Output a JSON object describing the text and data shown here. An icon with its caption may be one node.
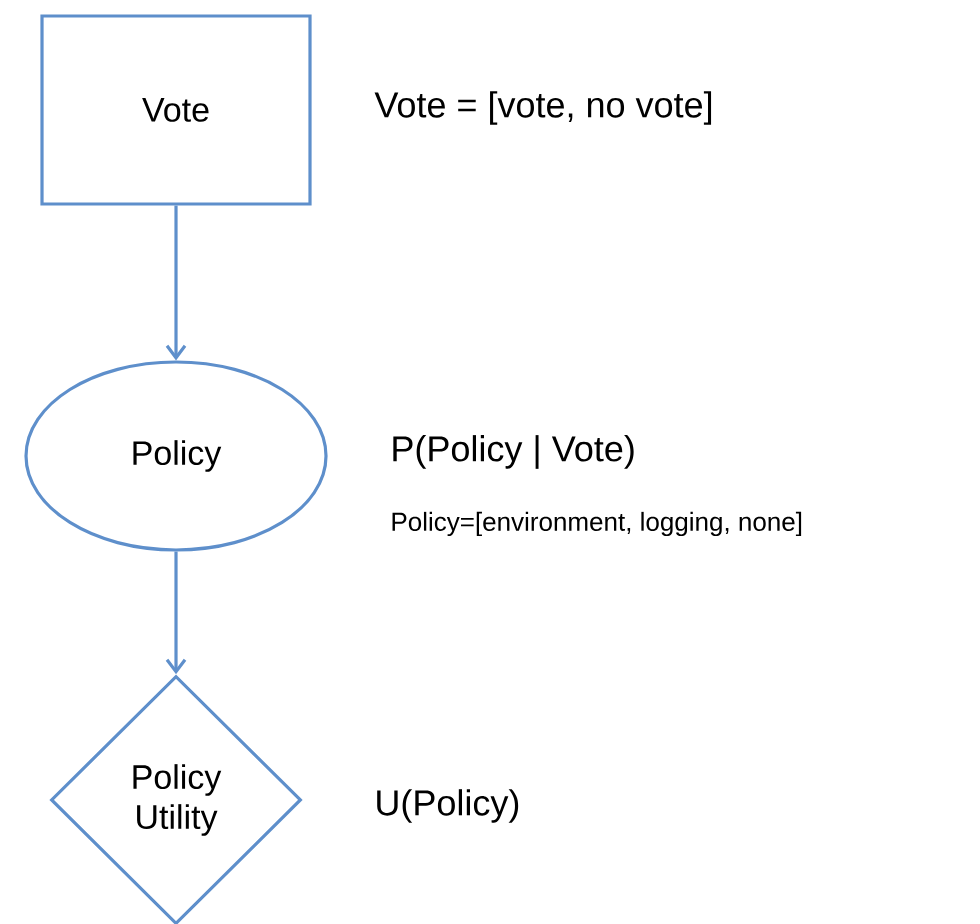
{
  "diagram": {
    "nodes": [
      {
        "text": [
          "Vote"
        ],
        "beside": [
          "Vote = [vote, no vote]"
        ]
      },
      {
        "text": [
          "Policy"
        ],
        "beside": [
          "P(Policy | Vote)",
          "Policy=[environment, logging, none]"
        ]
      },
      {
        "text": [
          "Policy Utility"
        ],
        "beside": [
          "U(Policy)"
        ]
      }
    ],
    "edges": [
      {
        "from": 0,
        "to": 1,
        "arrow": "to"
      },
      {
        "from": 1,
        "to": 2,
        "arrow": "to"
      }
    ]
  }
}
